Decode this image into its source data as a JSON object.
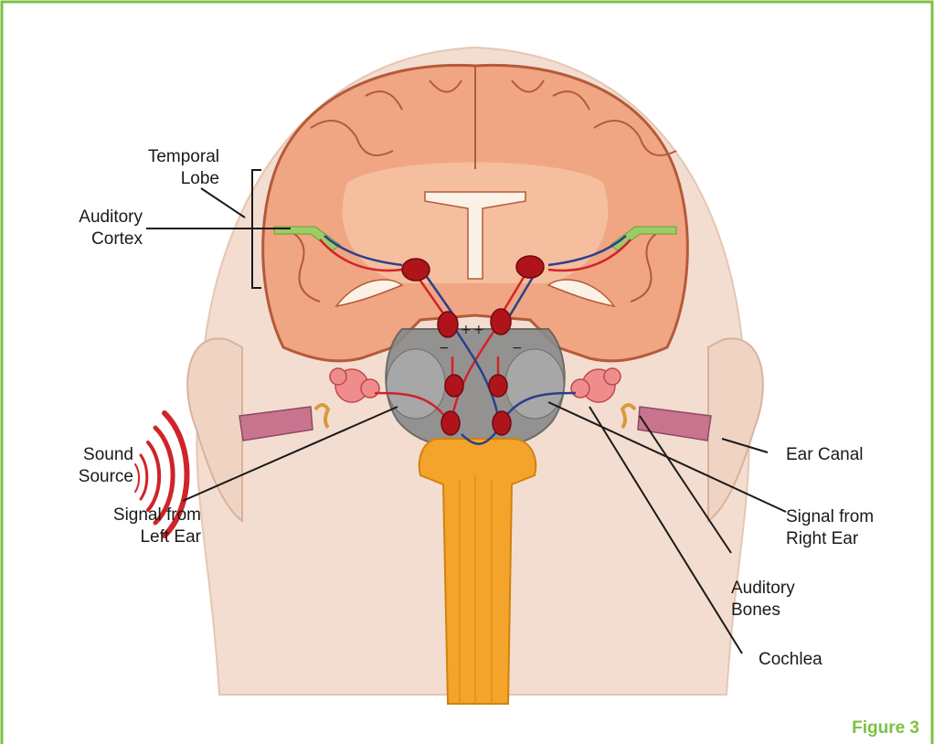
{
  "labels": {
    "temporal_lobe": [
      "Temporal",
      "Lobe"
    ],
    "auditory_cortex": [
      "Auditory",
      "Cortex"
    ],
    "sound_source": [
      "Sound",
      "Source"
    ],
    "signal_left": [
      "Signal from",
      "Left Ear"
    ],
    "ear_canal": [
      "Ear Canal"
    ],
    "signal_right": [
      "Signal from",
      "Right Ear"
    ],
    "auditory_bones": [
      "Auditory",
      "Bones"
    ],
    "cochlea": [
      "Cochlea"
    ]
  },
  "caption": "Figure 3",
  "colors": {
    "border": "#7cc242",
    "brain": "#f0a682",
    "brain_outline": "#b55a3a",
    "head": "#f3ddd0",
    "brainstem": "#8a8a8a",
    "spinal_cord": "#f4a42a",
    "nucleus": "#b0141b",
    "red_pathway": "#d1232a",
    "blue_pathway": "#2b3f8f",
    "auditory_cortex": "#9ccc65",
    "ear_canal": "#c9748f"
  }
}
